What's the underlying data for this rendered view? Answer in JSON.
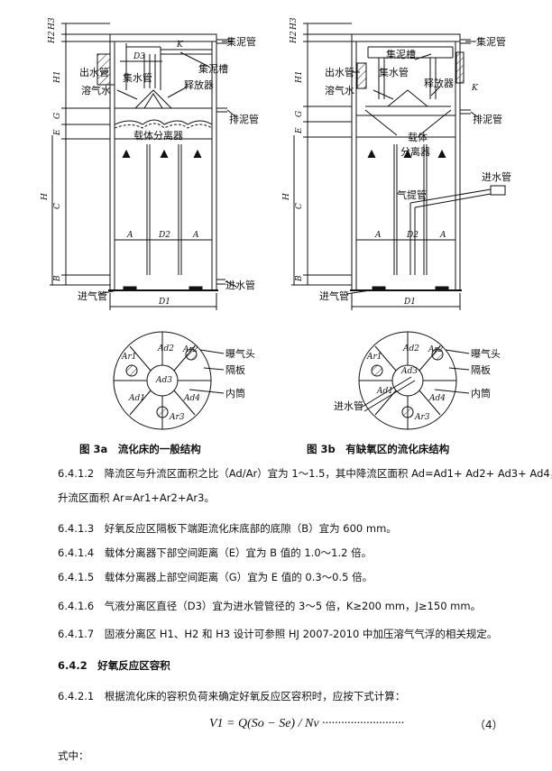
{
  "fig_a": {
    "labels": {
      "H3": "H3",
      "H2": "H2",
      "H1": "H1",
      "G": "G",
      "E": "E",
      "C": "C",
      "H": "H",
      "B": "B",
      "D3": "D3",
      "K": "K",
      "A_left": "A",
      "D2": "D2",
      "A_right": "A",
      "D1": "D1",
      "sludge_pipe": "集泥管",
      "outlet_pipe": "出水管",
      "collector_pipe": "集水管",
      "sludge_trough": "集泥槽",
      "dissolved_water": "溶气水",
      "releaser": "释放器",
      "drain_pipe": "排泥管",
      "carrier_separator": "载体分离器",
      "inlet_pipe": "进水管",
      "air_inlet": "进气管"
    },
    "caption": "图 3a　流化床的一般结构"
  },
  "fig_b": {
    "labels": {
      "H3": "H3",
      "H2": "H2",
      "H1": "H1",
      "G": "G",
      "E": "E",
      "C": "C",
      "H": "H",
      "B": "B",
      "K": "K",
      "A_left": "A",
      "D2": "D2",
      "A_right": "A",
      "D1": "D1",
      "sludge_trough": "集泥槽",
      "sludge_pipe": "集泥管",
      "outlet_pipe": "出水管",
      "collector_pipe": "集水管",
      "dissolved_water": "溶气水",
      "releaser": "释放器",
      "drain_pipe": "排泥管",
      "carrier_separator_1": "载体",
      "carrier_separator_2": "分离器",
      "inlet_pipe": "进水管",
      "airlift_pipe": "气提管",
      "air_inlet": "进气管"
    },
    "caption": "图 3b　有缺氧区的流化床结构"
  },
  "plan_a": {
    "Ad2": "Ad2",
    "Ar1": "Ar1",
    "Ar2": "Ar2",
    "Ad3": "Ad3",
    "Ad1": "Ad1",
    "Ad4": "Ad4",
    "Ar3": "Ar3",
    "aerator": "曝气头",
    "baffle": "隔板",
    "inner_tube": "内筒"
  },
  "plan_b": {
    "Ad2": "Ad2",
    "Ar1": "Ar1",
    "Ar2": "Ar2",
    "Ad3": "Ad3",
    "Ad1": "Ad1",
    "Ad4": "Ad4",
    "Ar3": "Ar3",
    "aerator": "曝气头",
    "baffle": "隔板",
    "inner_tube": "内筒",
    "inlet_pipe": "进水管"
  },
  "text": {
    "p1_line1": "6.4.1.2　降流区与升流区面积之比（Ad/Ar）宜为 1～1.5，其中降流区面积 Ad=Ad1+ Ad2+ Ad3+ Ad4，",
    "p1_line2": "升流区面积 Ar=Ar1+Ar2+Ar3。",
    "p2": "6.4.1.3　好氧反应区隔板下端距流化床底部的底隙（B）宜为 600 mm。",
    "p3": "6.4.1.4　载体分离器下部空间距离（E）宜为 B 值的 1.0～1.2 倍。",
    "p4": "6.4.1.5　载体分离器上部空间距离（G）宜为 E 值的 0.3～0.5 倍。",
    "p5": "6.4.1.6　气液分离区直径（D3）宜为进水管管径的 3～5 倍，K≥200 mm，J≥150 mm。",
    "p6": "6.4.1.7　固液分离区 H1、H2 和 H3 设计可参照 HJ 2007-2010 中加压溶气气浮的相关规定。",
    "h642": "6.4.2　好氧反应区容积",
    "p7": "6.4.2.1　根据流化床的容积负荷来确定好氧反应区容积时，应按下式计算：",
    "formula": "V1 = Q(So − Se) / Nv ··························",
    "eqno": "（4）",
    "where": "式中："
  }
}
